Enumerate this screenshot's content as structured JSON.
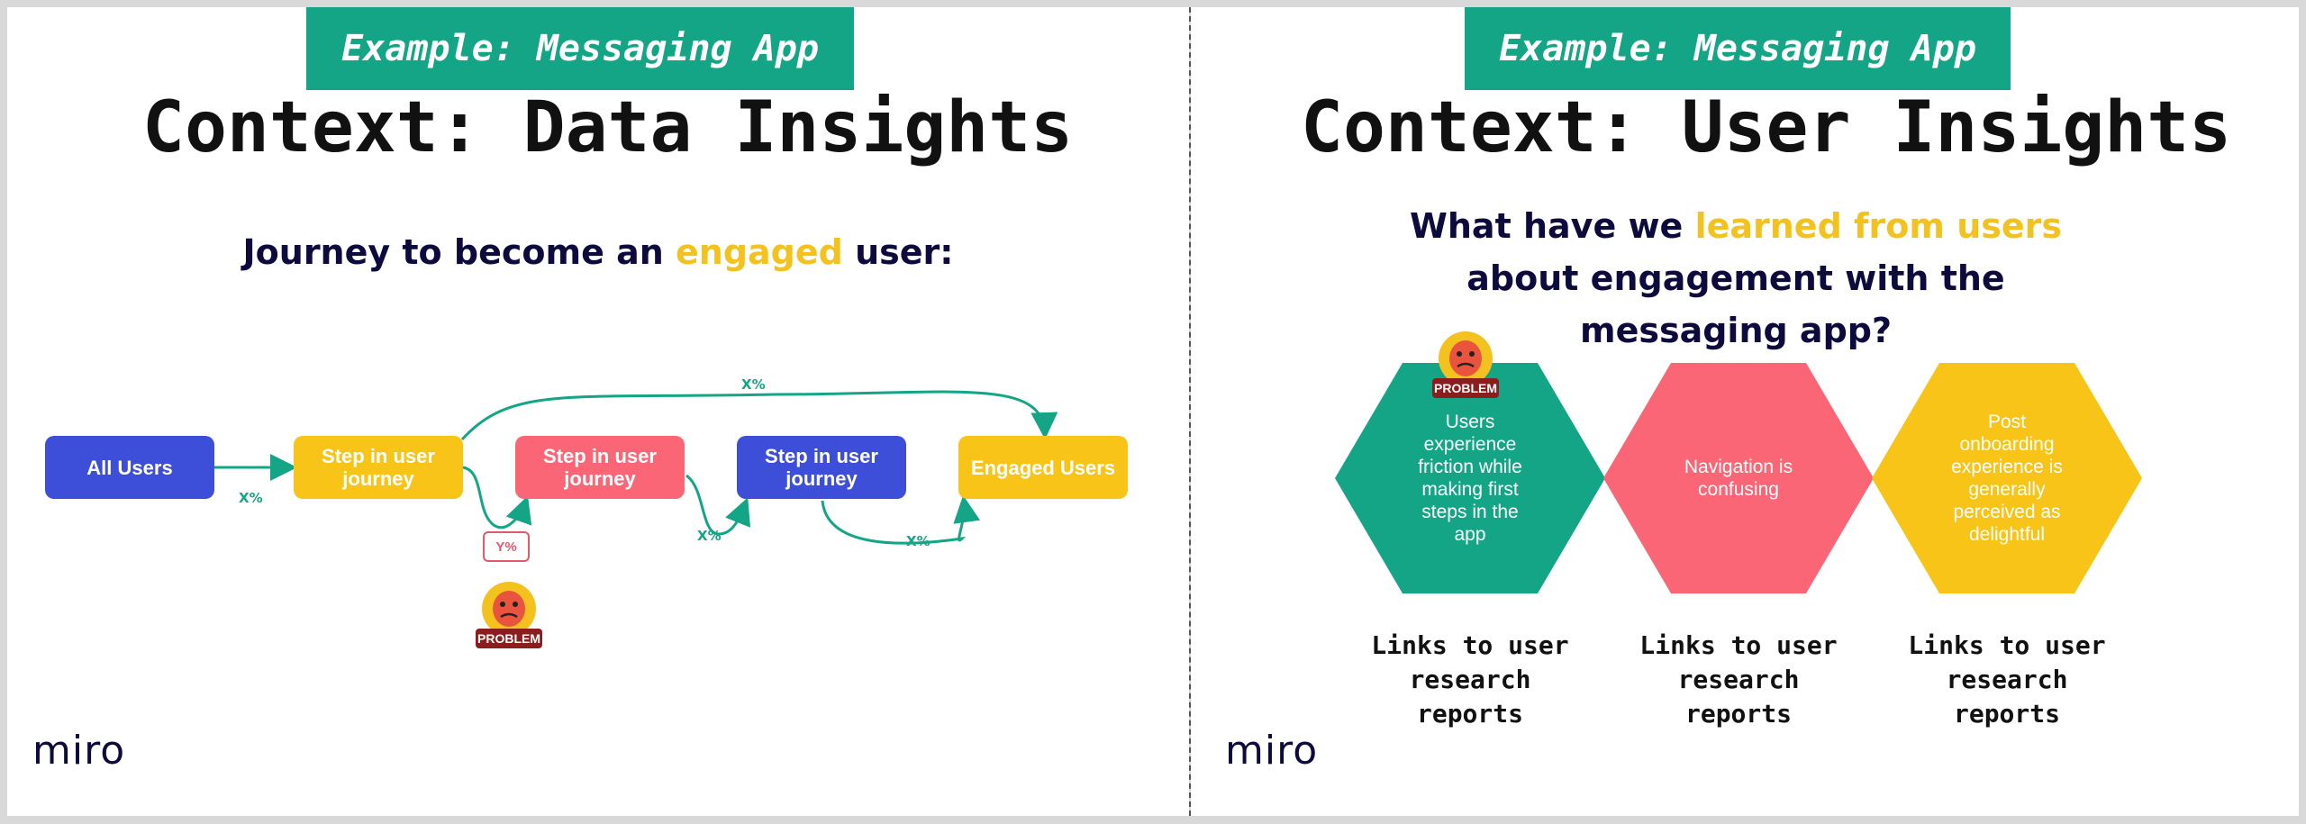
{
  "left": {
    "tag": "Example: Messaging App",
    "title": "Context: Data Insights",
    "subtitle": {
      "before": "Journey to become an ",
      "highlight": "engaged",
      "after": " user:"
    },
    "nodes": {
      "all_users": "All Users",
      "step1": "Step in user journey",
      "step2": "Step in user journey",
      "step3": "Step in user journey",
      "engaged": "Engaged Users"
    },
    "labels": {
      "top": "X%",
      "first": "X%",
      "drop": "Y%",
      "mid": "X%",
      "last": "X%"
    },
    "problem": "PROBLEM",
    "logo": "miro"
  },
  "right": {
    "tag": "Example: Messaging App",
    "title": "Context: User Insights",
    "subtitle": {
      "before": "What have we ",
      "highlight": "learned from users",
      "after": " about engagement with the messaging app?"
    },
    "hexagons": [
      {
        "text": "Users experience friction while making first steps in the app",
        "color": "#14a587"
      },
      {
        "text": "Navigation is confusing",
        "color": "#fb6677"
      },
      {
        "text": "Post onboarding experience is generally perceived as delightful",
        "color": "#f8c418"
      }
    ],
    "links": [
      "Links to user research reports",
      "Links to user research reports",
      "Links to user research reports"
    ],
    "problem": "PROBLEM",
    "logo": "miro"
  },
  "colors": {
    "teal": "#14a587",
    "yellow": "#f8c418",
    "pink": "#fb6677",
    "blue": "#3d4ed8",
    "navy": "#0d0b3e"
  }
}
